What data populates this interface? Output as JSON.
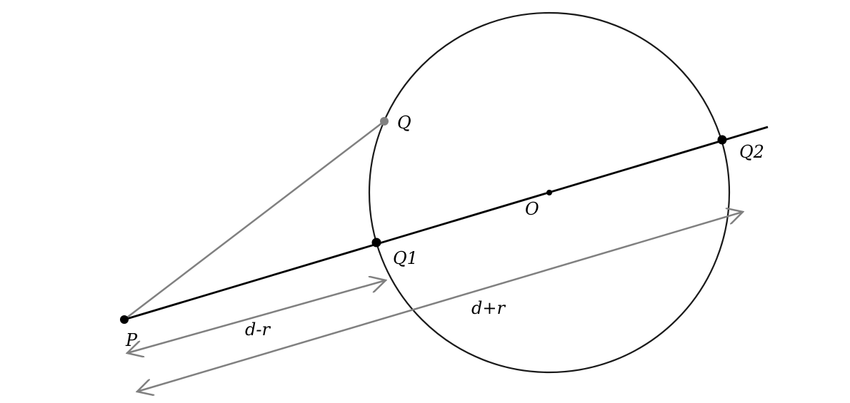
{
  "labels": {
    "p": "P",
    "q": "Q",
    "q1": "Q1",
    "q2": "Q2",
    "o": "O",
    "d_minus_r": "d-r",
    "d_plus_r": "d+r"
  },
  "colors": {
    "primary": "#000000",
    "secondary": "#808080",
    "background": "#ffffff"
  }
}
